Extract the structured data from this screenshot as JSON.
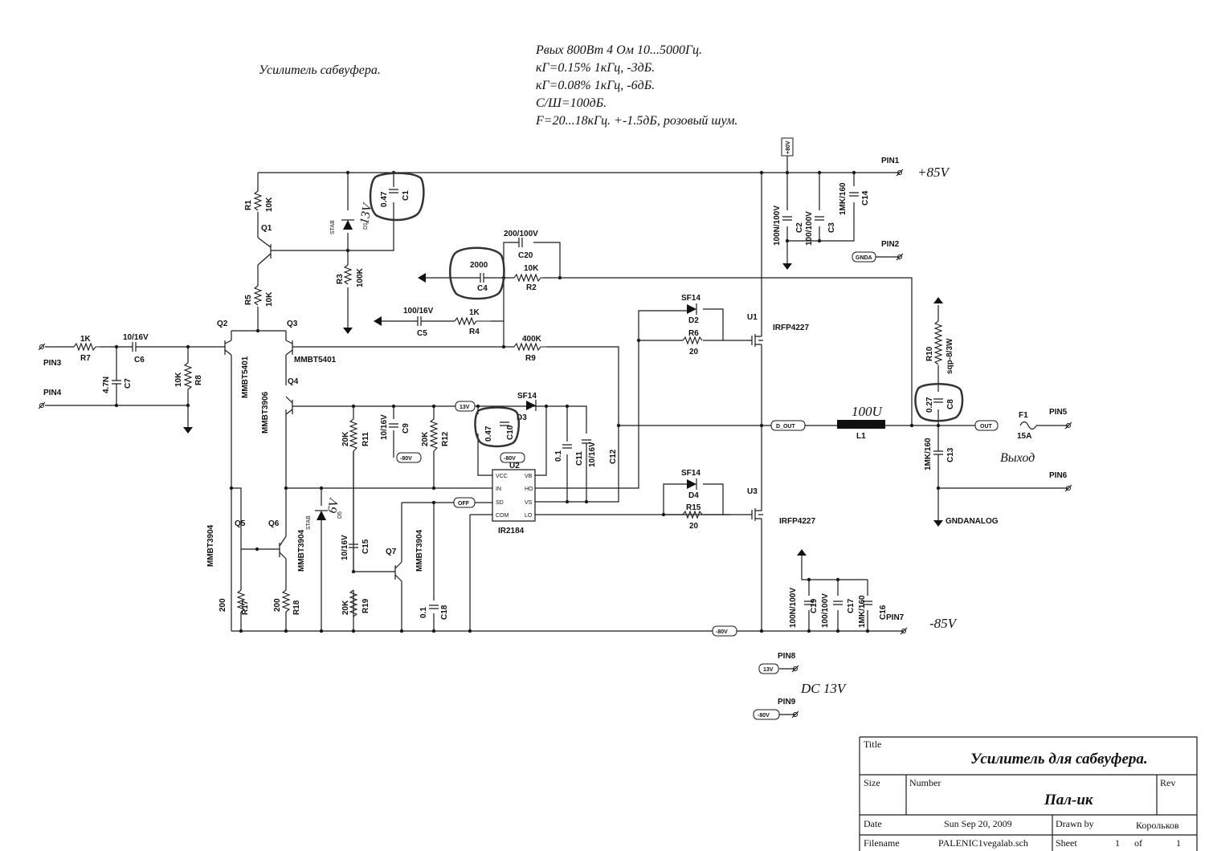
{
  "notes": {
    "title_note": "Усилитель сабвуфера.",
    "specs": [
      "Pвых 800Вт  4 Ом 10...5000Гц.",
      "кГ=0.15%  1кГц, -3дБ.",
      "кГ=0.08%  1кГц, -6дБ.",
      "С/Ш=100дБ.",
      "F=20...18кГц. +-1.5дБ, розовый шум."
    ],
    "plus_rail": "+85V",
    "minus_rail": "-85V",
    "dc13": "DC 13V",
    "output": "Выход",
    "stab13": "13V",
    "stab6": "6V",
    "l1_value": "100U"
  },
  "pins": {
    "pin1": "PIN1",
    "pin2": "PIN2",
    "pin3": "PIN3",
    "pin4": "PIN4",
    "pin5": "PIN5",
    "pin6": "PIN6",
    "pin7": "PIN7",
    "pin8": "PIN8",
    "pin9": "PIN9"
  },
  "nets": {
    "p80": "+80V",
    "gnda": "GNDA",
    "v13a": "13V",
    "m80a": "-80V",
    "m80b": "-80V",
    "dout": "D_OUT",
    "out": "OUT",
    "off": "OFF",
    "m80c": "-80V",
    "v13b": "13V",
    "m80d": "-80V",
    "gndanalog": "GNDANALOG"
  },
  "components": {
    "r1": "R1",
    "r1v": "10K",
    "q1": "Q1",
    "d1": "D1",
    "d1stab": "STAB",
    "c1": "C1",
    "c1v": "0.47",
    "r3": "R3",
    "r3v": "100K",
    "r5": "R5",
    "r5v": "10K",
    "c20": "C20",
    "c20v": "200/100V",
    "r2": "R2",
    "r2v": "10K",
    "c4": "C4",
    "c4v": "2000",
    "c5": "C5",
    "c5v": "100/16V",
    "r4": "R4",
    "r4v": "1K",
    "q2": "Q2",
    "q2t": "MMBT5401",
    "q3": "Q3",
    "q3t": "MMBT5401",
    "q4": "Q4",
    "q4t": "MMBT3906",
    "r9": "R9",
    "r9v": "400K",
    "r7": "R7",
    "r7v": "1K",
    "c6": "C6",
    "c6v": "10/16V",
    "c7": "C7",
    "c7v": "4.7N",
    "r8": "R8",
    "r8v": "10K",
    "r11": "R11",
    "r11v": "20K",
    "c9": "C9",
    "c9v": "10/16V",
    "r12": "R12",
    "r12v": "20K",
    "c10": "C10",
    "c10v": "0.47",
    "d3": "D3",
    "d3t": "SF14",
    "c11": "C11",
    "c11v": "0.1",
    "c12": "C12",
    "c12v": "10/16V",
    "u2": "U2",
    "u2t": "IR2184",
    "u2p1": "IN",
    "u2p2": "SD",
    "u2p3": "COM",
    "u2p4": "LO",
    "u2p5": "VCC",
    "u2p6": "VS",
    "u2p7": "HO",
    "u2p8": "VB",
    "d2": "D2",
    "d2t": "SF14",
    "r6": "R6",
    "r6v": "20",
    "u1": "U1",
    "u1t": "IRFP4227",
    "d4": "D4",
    "d4t": "SF14",
    "r15": "R15",
    "r15v": "20",
    "u3": "U3",
    "u3t": "IRFP4227",
    "l1": "L1",
    "r10": "R10",
    "r10v": "sqp-8/3W",
    "c8": "C8",
    "c8v": "0.27",
    "f1": "F1",
    "f1v": "15A",
    "c13": "C13",
    "c13v": "1MK/160",
    "c2": "C2",
    "c2v": "100N/100V",
    "c3": "C3",
    "c3v": "100/100V",
    "c14": "C14",
    "c14v": "1MK/160",
    "c19": "C19",
    "c19v": "100N/100V",
    "c17": "C17",
    "c17v": "100/100V",
    "c16": "C16",
    "c16v": "1MK/160",
    "q5": "Q5",
    "q5t": "MMBT3904",
    "q6": "Q6",
    "q6t": "MMBT3904",
    "d5": "D5",
    "d5stab": "STAB",
    "r17": "R17",
    "r17v": "200",
    "r18": "R18",
    "r18v": "200",
    "c15": "C15",
    "c15v": "10/16V",
    "r19": "R19",
    "r19v": "20K",
    "q7": "Q7",
    "q7t": "MMBT3904",
    "c18": "C18",
    "c18v": "0.1"
  },
  "title_block": {
    "title_label": "Title",
    "title": "Усилитель для сабвуфера.",
    "size_label": "Size",
    "number_label": "Number",
    "number": "Пал-ик",
    "rev_label": "Rev",
    "date_label": "Date",
    "date": "Sun Sep 20, 2009",
    "drawn_label": "Drawn by",
    "drawn": "Корольков",
    "filename_label": "Filename",
    "filename": "PALENIC1vegalab.sch",
    "sheet_label": "Sheet",
    "sheet": "1",
    "of_label": "of",
    "sheets": "1"
  }
}
